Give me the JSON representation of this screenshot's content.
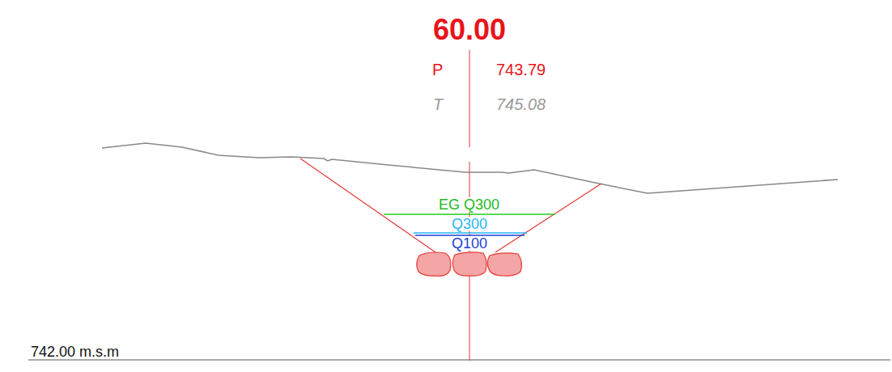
{
  "diagram": {
    "title": "60.00",
    "labels": [
      "P",
      "743.79",
      "T",
      "745.08",
      "EG Q300",
      "Q300",
      "Q100",
      "742.00 m.s.m"
    ]
  }
}
